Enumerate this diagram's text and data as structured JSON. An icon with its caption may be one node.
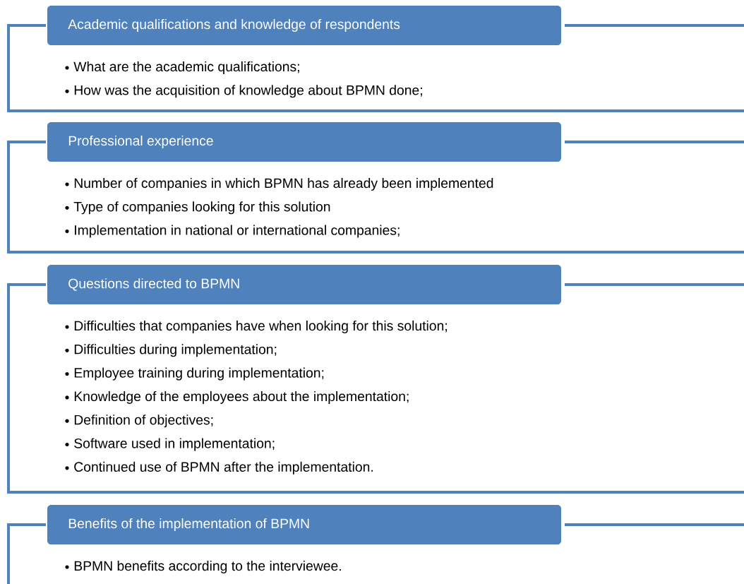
{
  "diagram": {
    "nodes": [
      {
        "text": [
          "Academic qualifications and knowledge of respondents"
        ]
      },
      {
        "text": [
          "What are the academic qualifications;",
          "How was the acquisition of knowledge about BPMN done;"
        ]
      },
      {
        "text": [
          "Professional experience"
        ]
      },
      {
        "text": [
          "Number of companies in which BPMN has already been implemented",
          "Type of companies looking for this solution",
          "Implementation in national or international companies;"
        ]
      },
      {
        "text": [
          "Questions directed to BPMN"
        ]
      },
      {
        "text": [
          "Difficulties that companies have when looking for this solution;",
          "Difficulties during implementation;",
          "Employee training during implementation;",
          "Knowledge of the employees about the implementation;",
          "Definition of objectives;",
          "Software used in implementation;",
          "Continued use of BPMN after the implementation."
        ]
      },
      {
        "text": [
          "Benefits of the implementation of BPMN"
        ]
      },
      {
        "text": [
          "BPMN benefits according to the interviewee."
        ]
      }
    ]
  }
}
